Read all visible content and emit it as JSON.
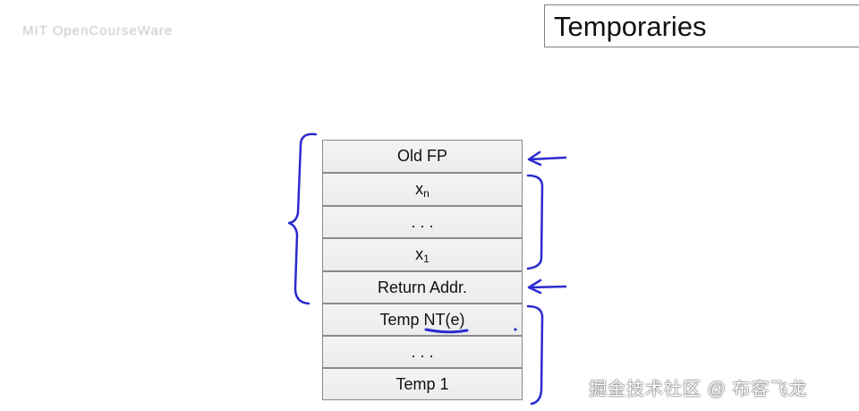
{
  "header": {
    "logo_text": "MIT OpenCourseWare"
  },
  "slide": {
    "title": "Temporaries"
  },
  "stack_cells": [
    {
      "label": "Old FP"
    },
    {
      "label": "x",
      "sub": "n"
    },
    {
      "label": ". . ."
    },
    {
      "label": "x",
      "sub": "1"
    },
    {
      "label": "Return Addr."
    },
    {
      "label": "Temp NT(e)"
    },
    {
      "label": ". . ."
    },
    {
      "label": "Temp 1"
    }
  ],
  "annotations": {
    "ink_color": "#2a2acf"
  },
  "watermark": {
    "text": "掘金技术社区 @ 布客飞龙"
  }
}
